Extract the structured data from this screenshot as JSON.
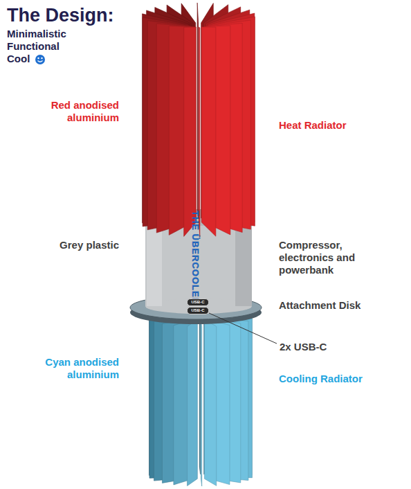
{
  "diagram": {
    "title": "The Design:",
    "labels": [
      "Minimalistic",
      "Functional",
      "Cool",
      "Red anodised aluminium",
      "Heat Radiator",
      "Grey plastic",
      "Compressor, electronics and powerbank",
      "THE ÜBERCOOLER",
      "Attachment Disk",
      "USB-C",
      "USB-C",
      "2x USB-C",
      "Cyan anodised aluminium",
      "Cooling Radiator"
    ]
  }
}
